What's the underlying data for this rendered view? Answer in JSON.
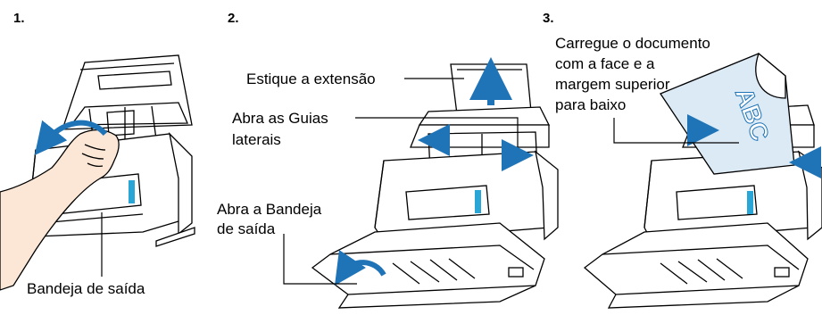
{
  "steps": [
    {
      "number": "1.",
      "labels": {
        "output_tray": "Bandeja de saída"
      }
    },
    {
      "number": "2.",
      "labels": {
        "extension": "Estique a extensão",
        "guides_line1": "Abra as Guias",
        "guides_line2": "laterais",
        "tray_line1": "Abra a Bandeja",
        "tray_line2": "de saída"
      }
    },
    {
      "number": "3.",
      "labels": {
        "load_line1": "Carregue o documento",
        "load_line2": "com a face e a",
        "load_line3": "margem superior",
        "load_line4": "para baixo"
      }
    }
  ],
  "colors": {
    "arrow": "#1f74b8",
    "indicator": "#2aa6d6",
    "paper": "#dbeaf5",
    "line": "#000000",
    "body": "#ffffff"
  },
  "icons": [
    "scanner-illustration",
    "hand-illustration",
    "curved-arrow-icon",
    "up-arrow-icon",
    "side-arrow-icon"
  ]
}
